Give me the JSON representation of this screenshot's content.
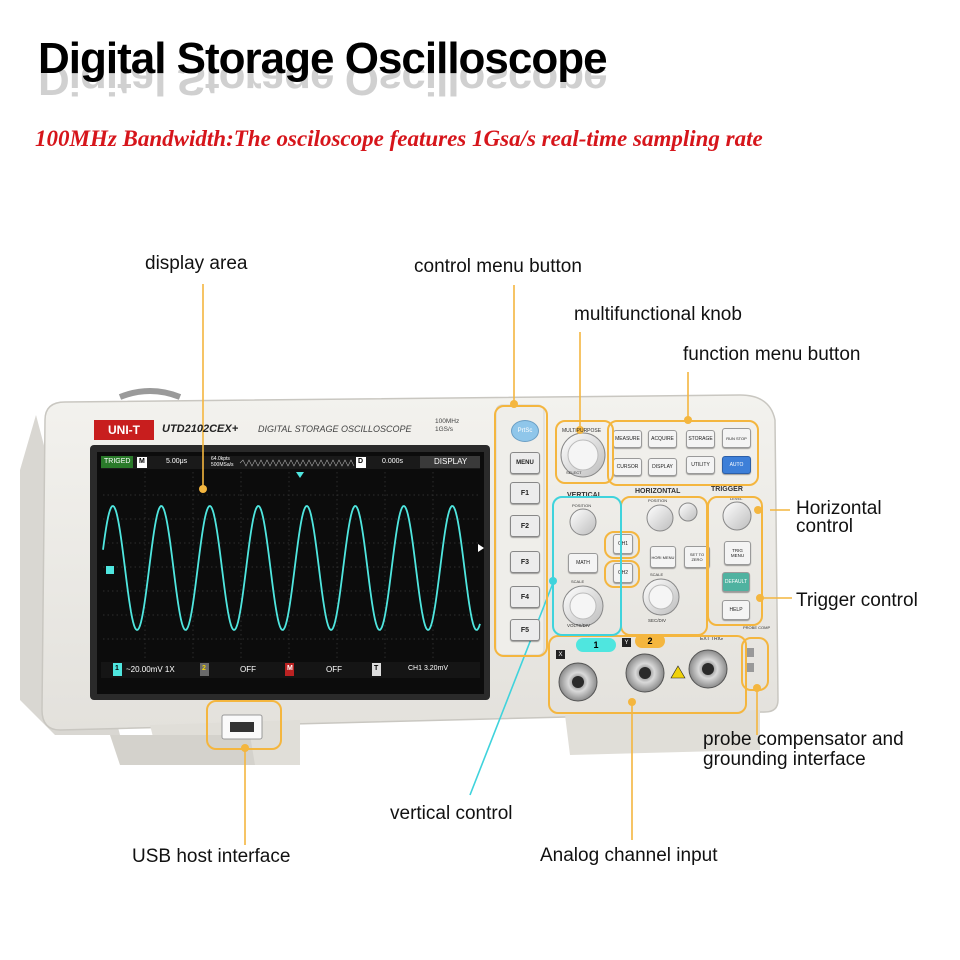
{
  "header": {
    "title": "Digital Storage Oscilloscope",
    "subtitle": "100MHz Bandwidth:The osciloscope features 1Gsa/s real-time sampling rate"
  },
  "callouts": {
    "display_area": "display area",
    "control_menu_button": "control menu button",
    "multifunctional_knob": "multifunctional knob",
    "function_menu_button": "function menu button",
    "horizontal_control_line1": "Horizontal",
    "horizontal_control_line2": "control",
    "trigger_control": "Trigger control",
    "probe_line1": "probe compensator and",
    "probe_line2": "grounding interface",
    "vertical_control": "vertical control",
    "usb_host_interface": "USB host interface",
    "analog_channel_input": "Analog channel input"
  },
  "device": {
    "brand": "UNI-T",
    "model": "UTD2102CEX+",
    "caption": "DIGITAL STORAGE OSCILLOSCOPE",
    "spec_line1": "100MHz",
    "spec_line2": "1GS/s",
    "screen_top": {
      "status": "TRIGED",
      "mode": "M",
      "timebase": "5.00μs",
      "mem_line1": "64.0kpts",
      "mem_line2": "500MSa/s",
      "d": "D",
      "delay": "0.000s",
      "display": "DISPLAY"
    },
    "screen_bottom": {
      "ch1_num": "1",
      "ch1": "~20.00mV  1X",
      "ch2_num": "2",
      "ch2": "OFF",
      "m": "M",
      "m_val": "OFF",
      "t": "T",
      "trig": "CH1  3.20mV"
    },
    "side_buttons": [
      "PrtSc",
      "MENU",
      "F1",
      "F2",
      "F3",
      "F4",
      "F5"
    ],
    "multipurpose_label": "MULTIPURPOSE",
    "select_label": "SELECT",
    "function_buttons": [
      "MEASURE",
      "ACQUIRE",
      "STORAGE",
      "RUN STOP",
      "CURSOR",
      "DISPLAY",
      "UTILITY",
      "AUTO"
    ],
    "sections": {
      "vertical": "VERTICAL",
      "horizontal": "HORIZONTAL",
      "trigger": "TRIGGER"
    },
    "vertical_labels": {
      "position": "POSITION",
      "math": "MATH",
      "scale": "SCALE",
      "volts": "VOLTS/DIV",
      "ch1": "CH1",
      "ch2": "CH2"
    },
    "horizontal_labels": {
      "position": "POSITION",
      "hori_menu": "HORI MENU",
      "set_to_zero": "SET TO ZERO",
      "scale": "SCALE",
      "sec": "SEC/DIV"
    },
    "trigger_labels": {
      "level": "LEVEL",
      "trig_menu": "TRIG MENU",
      "default": "DEFAULT",
      "help": "HELP"
    },
    "inputs": {
      "x": "X",
      "ch1": "1",
      "y": "Y",
      "ch2": "2",
      "ext": "EXT TRIG",
      "probe": "PROBE COMP"
    }
  },
  "colors": {
    "highlight": "#f4b63f",
    "vertical_highlight": "#3fd3dc",
    "subtitle": "#d6151b",
    "trace": "#4fe6df",
    "ch1": "#f0d20a",
    "ch2": "#4fd04f"
  }
}
